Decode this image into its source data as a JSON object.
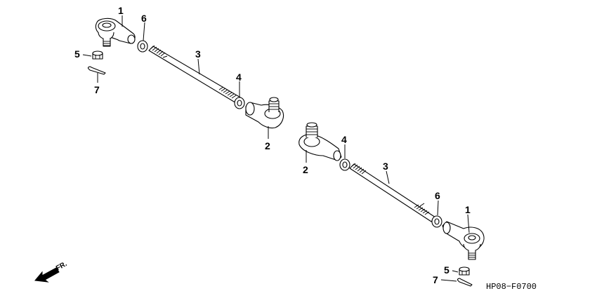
{
  "diagram": {
    "callouts": {
      "upper_tie_rod_end_outer": "1",
      "upper_lock_nut_6": "6",
      "upper_tie_rod": "3",
      "upper_lock_nut_4": "4",
      "upper_tie_rod_end_inner": "2",
      "upper_castle_nut": "5",
      "upper_cotter_pin": "7",
      "lower_tie_rod_end_inner": "2",
      "lower_lock_nut_4": "4",
      "lower_tie_rod": "3",
      "lower_lock_nut_6": "6",
      "lower_tie_rod_end_outer": "1",
      "lower_castle_nut": "5",
      "lower_cotter_pin": "7"
    },
    "front_indicator": "FR.",
    "figure_code": "HP08−F0700"
  }
}
